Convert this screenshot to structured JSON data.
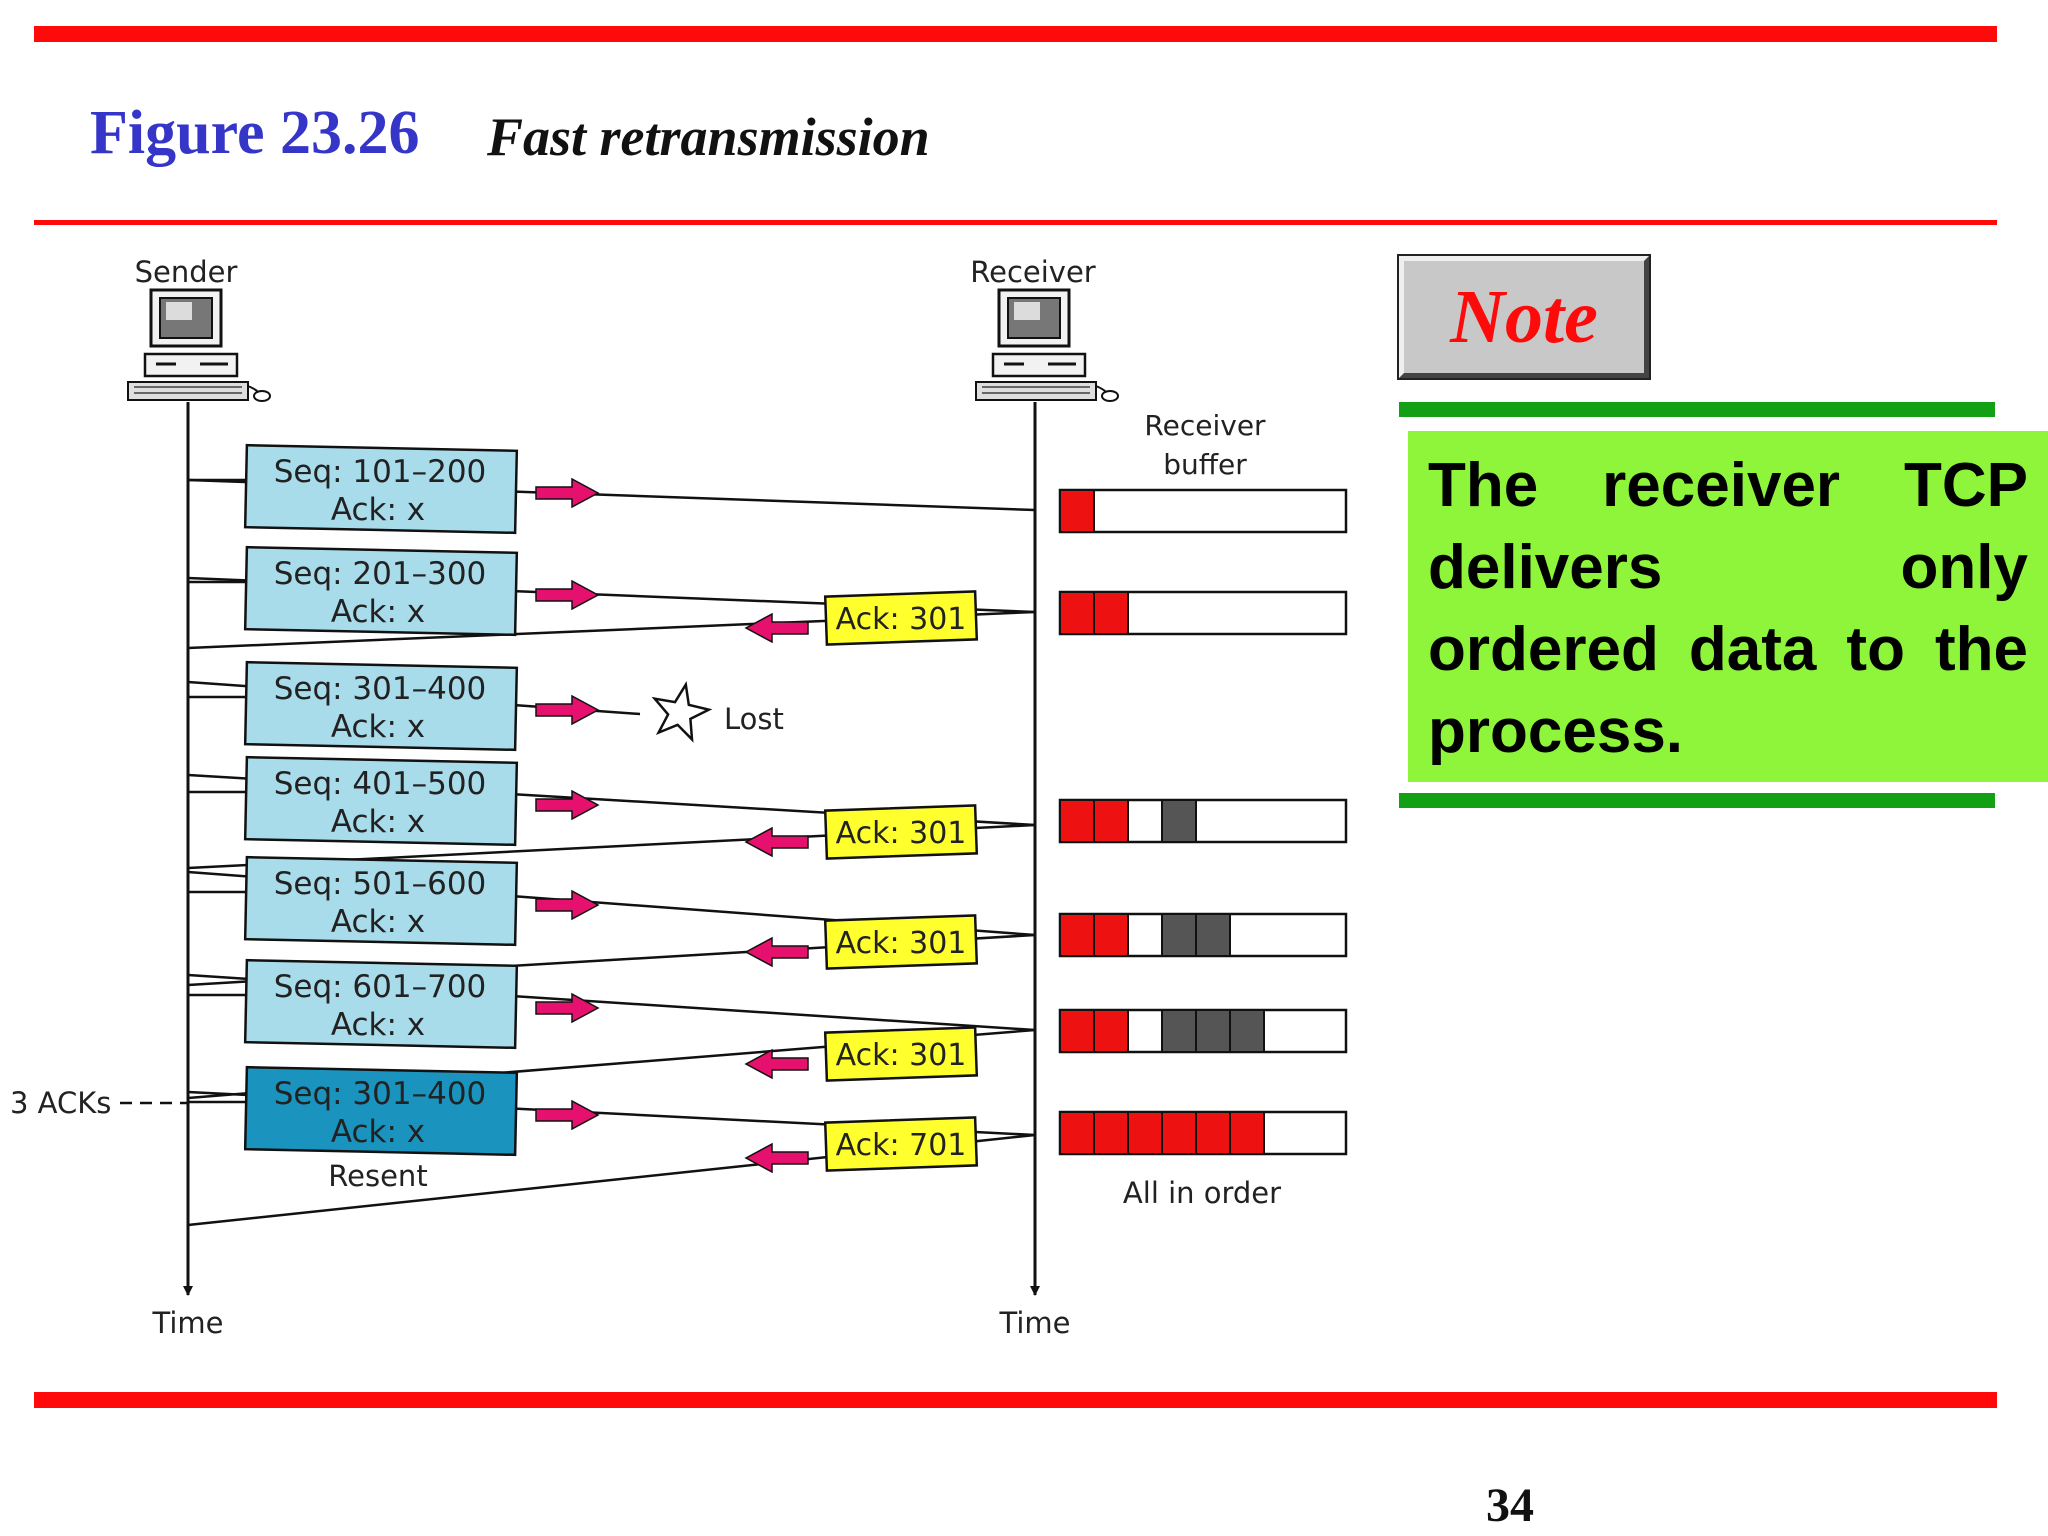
{
  "figure": {
    "number": "Figure 23.26",
    "caption": "Fast retransmission"
  },
  "colors": {
    "rule_red": "#ff0a0a",
    "title_blue": "#3535c8",
    "segment_fill": "#a9dceb",
    "resent_fill": "#1a94be",
    "ack_fill": "#ffff2e",
    "arrow_magenta": "#e6106e",
    "buffer_red": "#ee1111",
    "buffer_gray": "#555555",
    "note_green": "#8ef53a",
    "note_rule": "#14a014"
  },
  "diagram": {
    "sender_label": "Sender",
    "receiver_label": "Receiver",
    "sender_time_label": "Time",
    "receiver_time_label": "Time",
    "buffer_label_line1": "Receiver",
    "buffer_label_line2": "buffer",
    "lost_label": "Lost",
    "three_acks_label": "3 ACKs",
    "resent_label": "Resent",
    "all_in_order_label": "All in order",
    "segments": [
      {
        "seq": "Seq: 101–200",
        "ack": "Ack: x",
        "resent": false,
        "lost": false
      },
      {
        "seq": "Seq: 201–300",
        "ack": "Ack: x",
        "resent": false,
        "lost": false
      },
      {
        "seq": "Seq: 301–400",
        "ack": "Ack: x",
        "resent": false,
        "lost": true
      },
      {
        "seq": "Seq: 401–500",
        "ack": "Ack: x",
        "resent": false,
        "lost": false
      },
      {
        "seq": "Seq: 501–600",
        "ack": "Ack: x",
        "resent": false,
        "lost": false
      },
      {
        "seq": "Seq: 601–700",
        "ack": "Ack: x",
        "resent": false,
        "lost": false
      },
      {
        "seq": "Seq: 301–400",
        "ack": "Ack: x",
        "resent": true,
        "lost": false
      }
    ],
    "acks": [
      "Ack: 301",
      "Ack: 301",
      "Ack: 301",
      "Ack: 301",
      "Ack: 701"
    ],
    "buffers": [
      {
        "cells": [
          "r"
        ]
      },
      {
        "cells": [
          "r",
          "r"
        ]
      },
      {
        "cells": [
          "r",
          "r",
          "e",
          "g"
        ]
      },
      {
        "cells": [
          "r",
          "r",
          "e",
          "g",
          "g"
        ]
      },
      {
        "cells": [
          "r",
          "r",
          "e",
          "g",
          "g",
          "g"
        ]
      },
      {
        "cells": [
          "r",
          "r",
          "r",
          "r",
          "r",
          "r"
        ]
      }
    ]
  },
  "note": {
    "label": "Note",
    "text": "The receiver TCP delivers only ordered data to the process."
  },
  "page_number": "34"
}
